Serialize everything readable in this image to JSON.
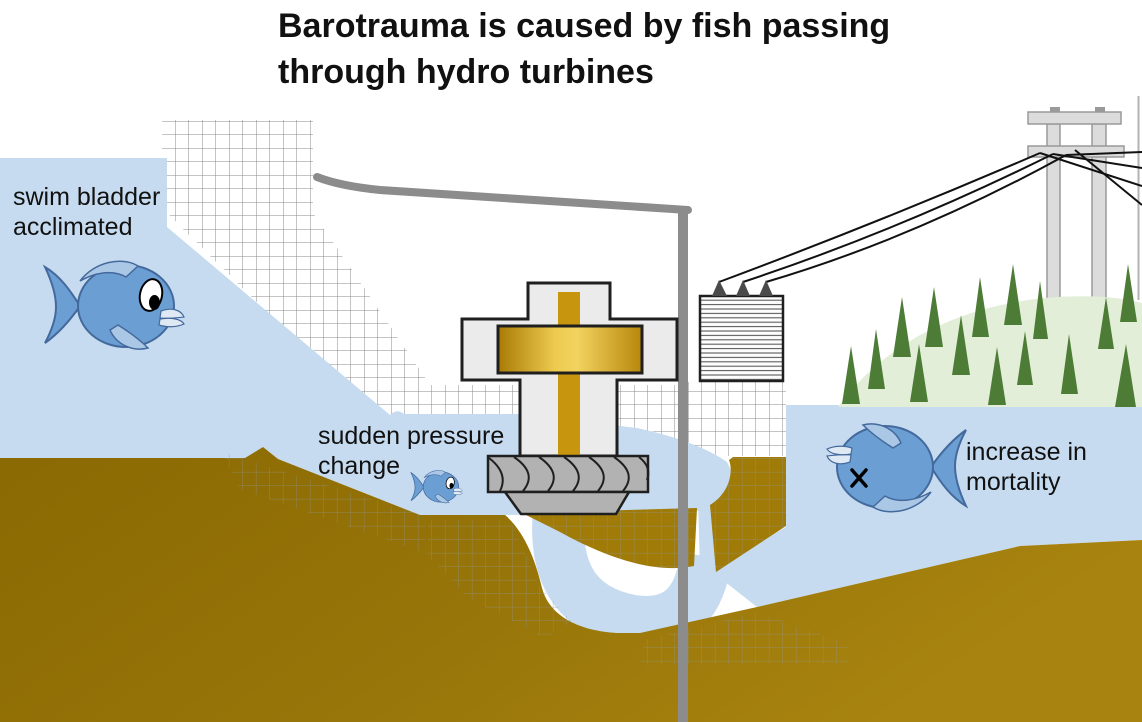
{
  "title": {
    "line1": "Barotrauma is caused by fish passing",
    "line2": "through hydro turbines"
  },
  "annotations": {
    "reservoir_fish": {
      "line1": "swim bladder",
      "line2": "acclimated"
    },
    "turbine_fish": {
      "line1": "sudden pressure",
      "line2": "change"
    },
    "tailrace_fish": {
      "line1": "increase in",
      "line2": "mortality"
    }
  },
  "illustration": {
    "scene": "cross-section of a hydroelectric dam",
    "icons": [
      "healthy-fish-icon",
      "small-fish-icon",
      "dead-fish-icon",
      "dam-grid-structure",
      "spillway-edge",
      "turbine-housing",
      "generator-bar",
      "turbine-runner",
      "draft-tube-channel",
      "transformer-icon",
      "transmission-tower-icon",
      "power-lines-icon",
      "pine-tree-icon",
      "hill-icon",
      "reservoir-water",
      "tailrace-water",
      "ground-earth"
    ]
  },
  "theme": {
    "water": "#c6dbef",
    "ground-dark": "#8a6903",
    "ground-light": "#a8830f",
    "island-olive": "#a07b08",
    "grid-line": "#898989",
    "structure-gray": "#8c8c8c",
    "housing-fill": "#ebebeb",
    "outline": "#1f1f1f",
    "gold-dark": "#a87b04",
    "gold-light": "#f2d35f",
    "gold-mid": "#c8960e",
    "runner-gray": "#b2b2b2",
    "tower-fill": "#dcdcdc",
    "tower-stroke": "#9a9a9a",
    "hill": "#e3eed9",
    "tree": "#4c7c35",
    "fish-body": "#6b9fd4",
    "fish-fin": "#aac8e6",
    "fish-outline": "#44699c",
    "fish-lip": "#dfe9f4",
    "wire": "#111111",
    "text": "#111111"
  }
}
